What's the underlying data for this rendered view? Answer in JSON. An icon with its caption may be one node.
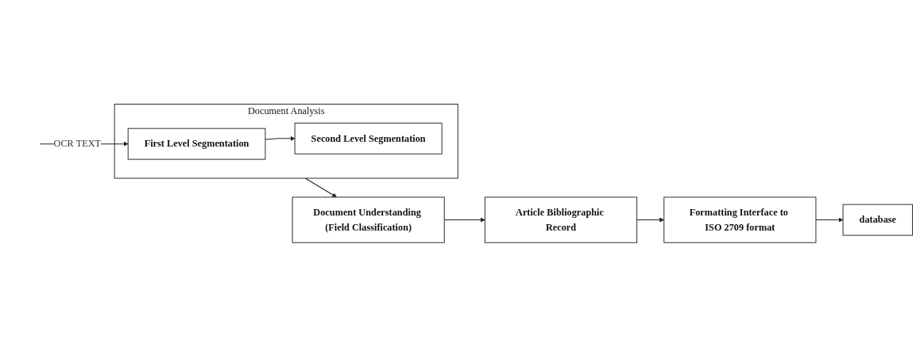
{
  "diagram": {
    "nodes": [
      {
        "text": [
          "Document Analysis"
        ]
      },
      {
        "text": [
          "First Level Segmentation"
        ],
        "in": 0
      },
      {
        "text": [
          "Second Level Segmentation"
        ],
        "in": 0
      },
      {
        "text": [
          "Document Understanding (Field Classification)"
        ]
      },
      {
        "text": [
          "Article Bibliographic Record"
        ]
      },
      {
        "text": [
          "Formatting Interface to ISO 2709 format"
        ]
      },
      {
        "text": [
          "database"
        ]
      }
    ],
    "edges": [
      {
        "from": null,
        "to": 1,
        "arrow": "to",
        "label": "OCR TEXT"
      },
      {
        "from": 1,
        "to": 2,
        "arrow": "to"
      },
      {
        "from": 0,
        "to": 3,
        "arrow": "to"
      },
      {
        "from": 3,
        "to": 4,
        "arrow": "to"
      },
      {
        "from": 4,
        "to": 5,
        "arrow": "to"
      },
      {
        "from": 5,
        "to": 6,
        "arrow": "to"
      }
    ]
  }
}
